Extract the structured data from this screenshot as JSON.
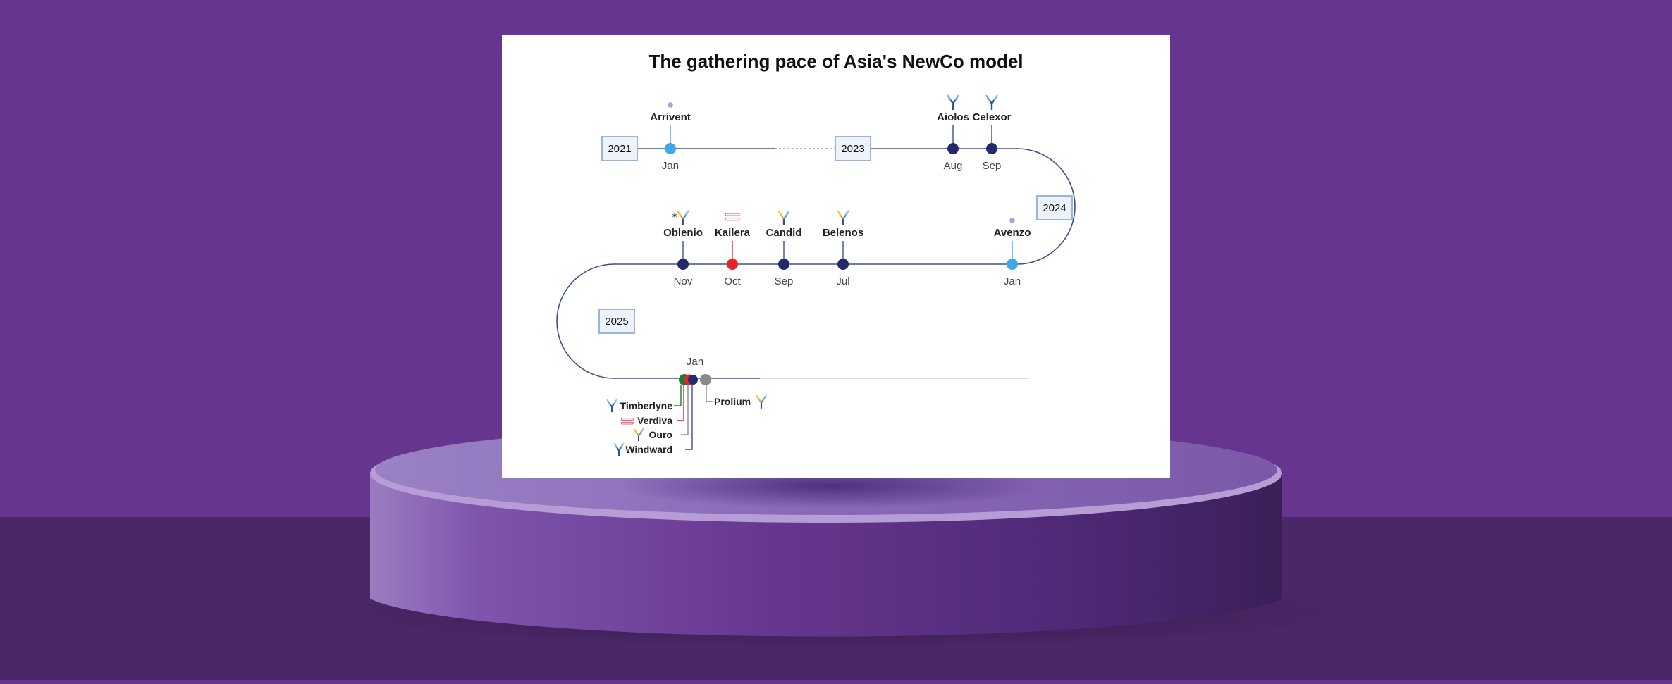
{
  "title": "The gathering pace of Asia's NewCo model",
  "colors": {
    "background_purple": "#66358f",
    "floor_purple": "#4a2766",
    "line": "#3e4f8a",
    "navy_dot": "#232a6b",
    "light_blue_dot": "#3fa8e8",
    "red_dot": "#e8232b",
    "green_dot": "#1d7a2f",
    "gray_dot": "#8a8a8a",
    "year_box_border": "#9cb4d8",
    "year_box_fill": "#eef3fb"
  },
  "years": [
    {
      "id": "y2021",
      "label": "2021"
    },
    {
      "id": "y2023",
      "label": "2023"
    },
    {
      "id": "y2024",
      "label": "2024"
    },
    {
      "id": "y2025",
      "label": "2025"
    }
  ],
  "events": [
    {
      "id": "arrivent",
      "name": "Arrivent",
      "month": "Jan",
      "dot": "light_blue",
      "icon": "small-molecule-icon"
    },
    {
      "id": "aiolos",
      "name": "Aiolos",
      "month": "Aug",
      "dot": "navy",
      "icon": "antibody-icon"
    },
    {
      "id": "celexor",
      "name": "Celexor",
      "month": "Sep",
      "dot": "navy",
      "icon": "antibody-icon"
    },
    {
      "id": "avenzo",
      "name": "Avenzo",
      "month": "Jan",
      "dot": "light_blue",
      "icon": "small-molecule-icon"
    },
    {
      "id": "belenos",
      "name": "Belenos",
      "month": "Jul",
      "dot": "navy",
      "icon": "bispecific-antibody-icon"
    },
    {
      "id": "candid",
      "name": "Candid",
      "month": "Sep",
      "dot": "navy",
      "icon": "bispecific-antibody-icon"
    },
    {
      "id": "kailera",
      "name": "Kailera",
      "month": "Oct",
      "dot": "red",
      "icon": "peptide-icon"
    },
    {
      "id": "oblenio",
      "name": "Oblenio",
      "month": "Nov",
      "dot": "navy",
      "icon": "bispecific-antibody-star-icon"
    }
  ],
  "cluster_2025": {
    "month": "Jan",
    "left_items": [
      {
        "id": "timberlyne",
        "name": "Timberlyne",
        "icon": "antibody-icon"
      },
      {
        "id": "verdiva",
        "name": "Verdiva",
        "icon": "peptide-icon"
      },
      {
        "id": "ouro",
        "name": "Ouro",
        "icon": "bispecific-antibody-icon"
      },
      {
        "id": "windward",
        "name": "Windward",
        "icon": "antibody-icon"
      }
    ],
    "right_item": {
      "id": "prolium",
      "name": "Prolium",
      "icon": "bispecific-antibody-icon"
    }
  }
}
